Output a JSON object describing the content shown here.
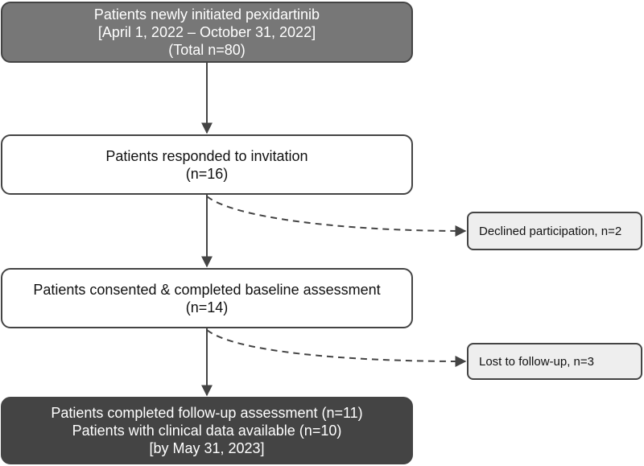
{
  "flowchart": {
    "start": {
      "line1": "Patients newly initiated pexidartinib",
      "line2": "[April 1, 2022 – October 31, 2022]",
      "line3": "(Total n=80)"
    },
    "responded": {
      "line1": "Patients responded to invitation",
      "line2": "(n=16)"
    },
    "declined": {
      "label": "Declined participation, n=2"
    },
    "consented": {
      "line1": "Patients consented & completed baseline assessment",
      "line2": "(n=14)"
    },
    "lost": {
      "label": "Lost to follow-up, n=3"
    },
    "completed": {
      "line1": "Patients completed follow-up assessment (n=11)",
      "line2": "Patients with clinical data available (n=10)",
      "line3": "[by May 31, 2023]"
    }
  },
  "colors": {
    "start_fill": "#777777",
    "completed_fill": "#444444",
    "side_fill": "#eeeeee",
    "line": "#444444"
  }
}
